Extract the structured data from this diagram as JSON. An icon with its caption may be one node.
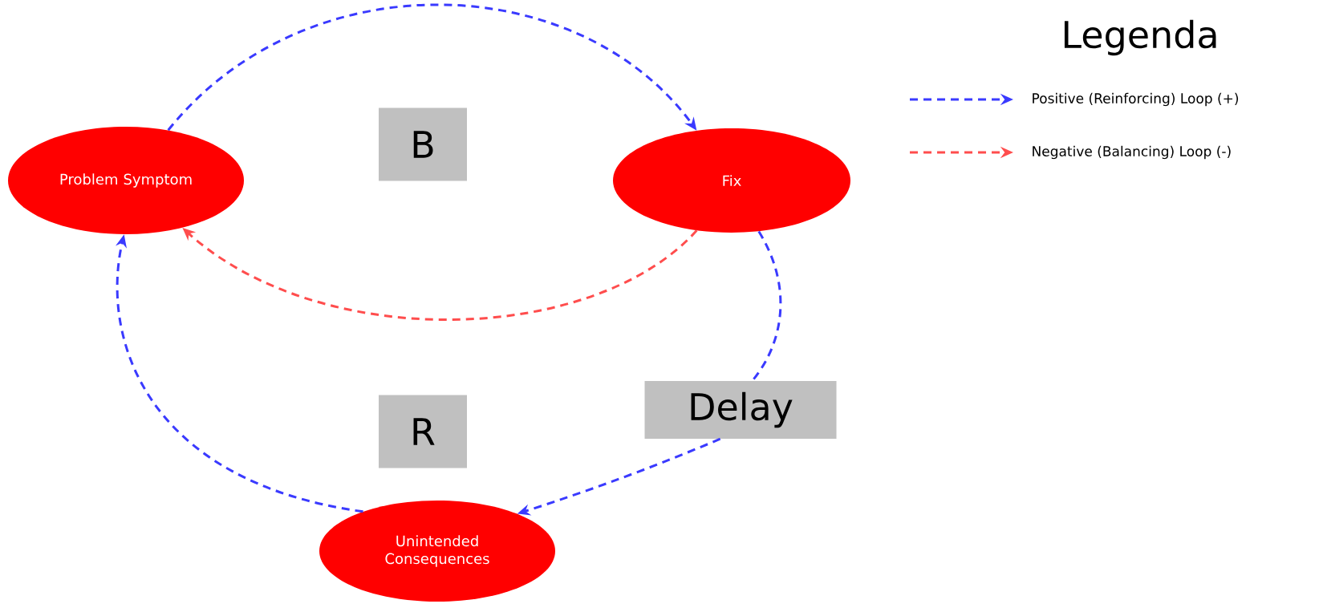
{
  "diagram": {
    "nodes": [
      {
        "text": [
          "Problem Symptom"
        ]
      },
      {
        "text": [
          "Fix"
        ]
      },
      {
        "text": [
          "Unintended Consequences"
        ]
      },
      {
        "text": [
          "B"
        ]
      },
      {
        "text": [
          "R"
        ]
      },
      {
        "text": [
          "Delay"
        ]
      }
    ],
    "edges": [
      {
        "from": 0,
        "to": 1,
        "arrow": "to",
        "style": "dashed"
      },
      {
        "from": 1,
        "to": 0,
        "arrow": "to",
        "style": "dashed",
        "color": "#ff4d4d"
      },
      {
        "from": 1,
        "to": 5,
        "arrow": "none",
        "style": "dashed"
      },
      {
        "from": 5,
        "to": 2,
        "arrow": "to",
        "style": "dashed"
      },
      {
        "from": 2,
        "to": 0,
        "arrow": "to",
        "style": "dashed"
      }
    ],
    "labels": [
      "Legenda"
    ],
    "legend": [
      {
        "text": "Positive (Reinforcing) Loop (+)"
      },
      {
        "text": "Negative (Balancing) Loop (-)"
      }
    ]
  }
}
